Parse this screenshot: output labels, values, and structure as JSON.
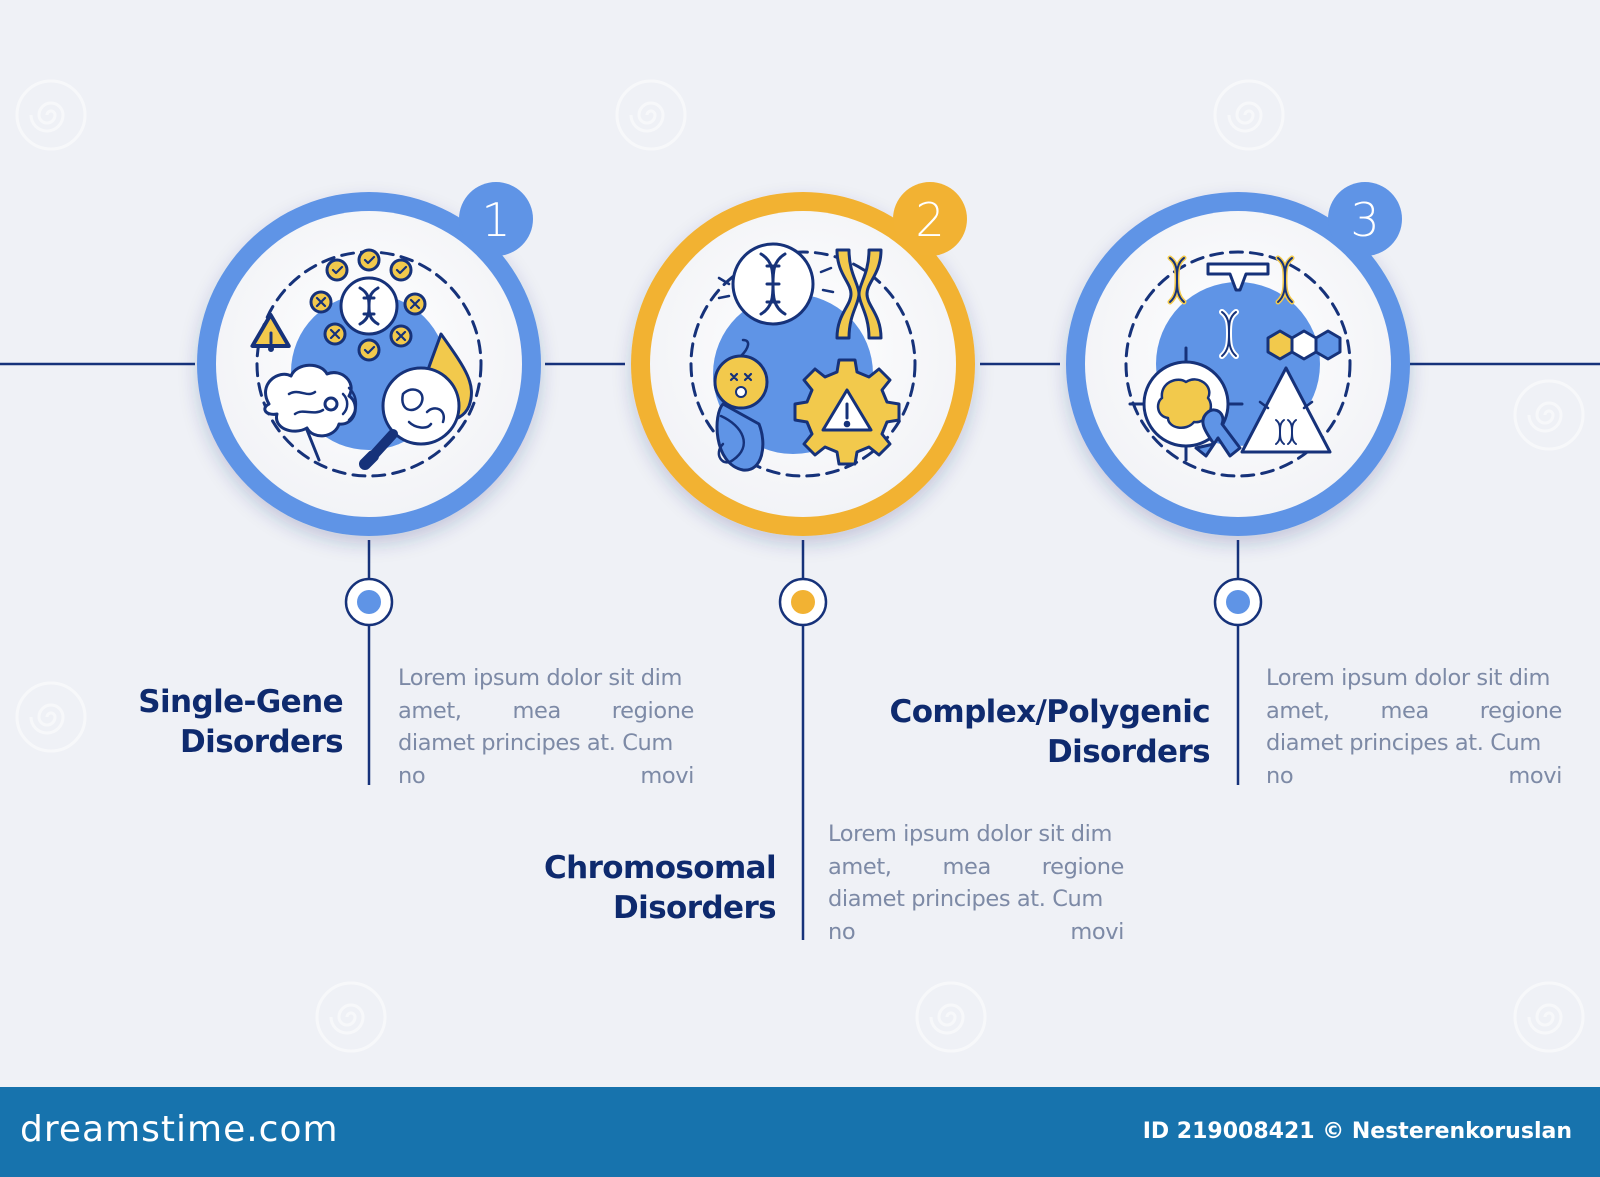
{
  "steps": [
    {
      "number": "1",
      "title_lines": [
        "Single-Gene",
        "Disorders"
      ],
      "desc_lines": [
        [
          "Lorem ipsum dolor sit dim"
        ],
        [
          "amet,",
          "mea",
          "regione"
        ],
        [
          "diamet principes at. Cum"
        ],
        [
          "no",
          "movi"
        ]
      ],
      "accent": "#5f94e6"
    },
    {
      "number": "2",
      "title_lines": [
        "Chromosomal",
        "Disorders"
      ],
      "desc_lines": [
        [
          "Lorem ipsum dolor sit dim"
        ],
        [
          "amet,",
          "mea",
          "regione"
        ],
        [
          "diamet principes at. Cum"
        ],
        [
          "no",
          "movi"
        ]
      ],
      "accent": "#f2b233"
    },
    {
      "number": "3",
      "title_lines": [
        "Complex/Polygenic",
        "Disorders"
      ],
      "desc_lines": [
        [
          "Lorem ipsum dolor sit dim"
        ],
        [
          "amet,",
          "mea",
          "regione"
        ],
        [
          "diamet principes at. Cum"
        ],
        [
          "no",
          "movi"
        ]
      ],
      "accent": "#5f94e6"
    }
  ],
  "colors": {
    "background": "#eff1f6",
    "navy": "#0e2a6e",
    "blue": "#5f94e6",
    "yellow": "#f2b233",
    "gray_text": "#7d8aa6",
    "footer": "#1773ad"
  },
  "icons": [
    "dna-icon",
    "brain-icon",
    "magnifier-icon",
    "warning-icon",
    "chromosome-icon",
    "baby-icon",
    "gear-warning-icon",
    "target-icon",
    "ribbon-icon",
    "molecule-icon"
  ],
  "footer": {
    "brand": "dreamstime.com",
    "stock_id": "ID 219008421 © Nesterenkoruslan"
  }
}
